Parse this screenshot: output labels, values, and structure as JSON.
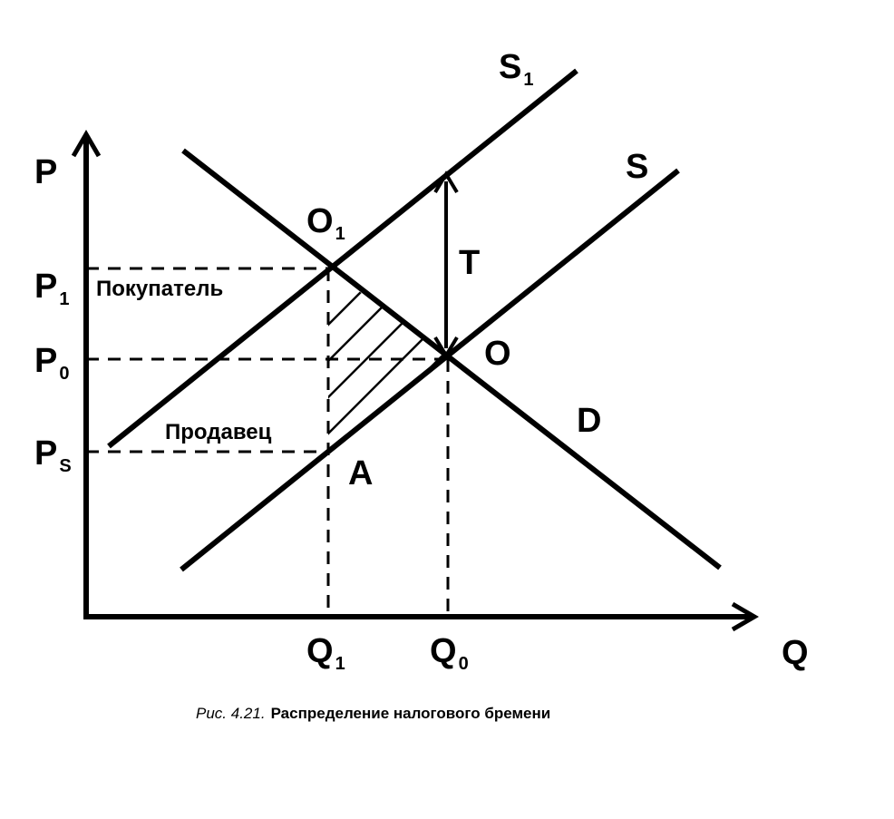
{
  "axes": {
    "y_label": "P",
    "x_label": "Q"
  },
  "price_labels": {
    "p1": {
      "main": "P",
      "sub": "1"
    },
    "p0": {
      "main": "P",
      "sub": "0"
    },
    "ps": {
      "main": "P",
      "sub": "S"
    }
  },
  "quantity_labels": {
    "q1": {
      "main": "Q",
      "sub": "1"
    },
    "q0": {
      "main": "Q",
      "sub": "0"
    }
  },
  "curves": {
    "s1": {
      "main": "S",
      "sub": "1"
    },
    "s": "S",
    "d": "D"
  },
  "points": {
    "o1": {
      "main": "O",
      "sub": "1"
    },
    "o": "O",
    "a": "A"
  },
  "tax_label": "T",
  "regions": {
    "buyer": "Покупатель",
    "seller": "Продавец"
  },
  "caption": {
    "prefix": "Рис. 4.21.",
    "title": "Распределение налогового бремени"
  }
}
